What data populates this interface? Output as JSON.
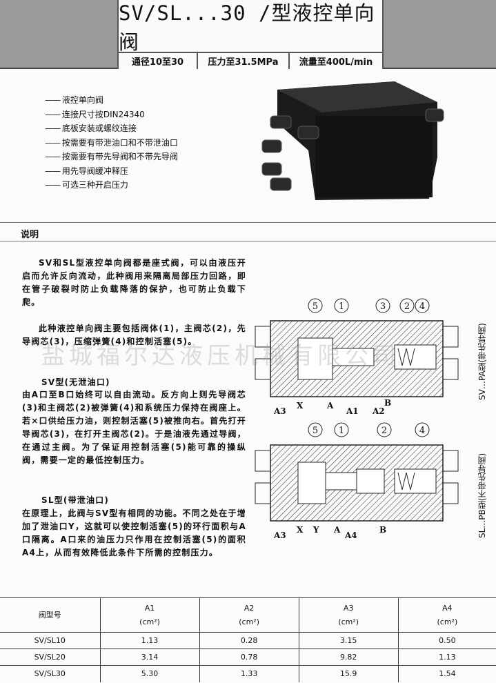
{
  "header": {
    "title": "SV/SL...30 /型液控单向阀",
    "specs": [
      "通径10至30",
      "压力至31.5MPa",
      "流量至400L/min"
    ]
  },
  "features": [
    "液控单向阀",
    "连接尺寸按DIN24340",
    "底板安装或螺纹连接",
    "按需要有带泄油口和不带泄油口",
    "按需要有带先导阀和不带先导阀",
    "用先导阀缓冲释压",
    "可选三种开启压力"
  ],
  "section_title": "说明",
  "paragraphs": {
    "p1": "SV和SL型液控单向阀都是座式阀，可以由液压开启而允许反向流动，此种阀用来隔离局部压力回路，即在管子破裂时防止负载降落的保护，也可防止负载下爬。",
    "p2": "此种液控单向阀主要包括阀体(1)，主阀芯(2)，先导阀芯(3)，压缩弹簧(4)和控制活塞(5)。",
    "sv_title": "SV型(无泄油口)",
    "sv_text": "由A口至B口始终可以自由流动。反方向上则先导阀芯(3)和主阀芯(2)被弹簧(4)和系统压力保持在阀座上。若×口供给压力油，则控制活塞(5)被推向右。首先打开导阀芯(3)，在打开主阀芯(2)。于是油液先通过导阀，在通过主阀。为了保证用控制活塞(5)能可靠的操纵阀，需要一定的最低控制压力。",
    "sl_title": "SL型(带泄油口)",
    "sl_text": "在原理上，此阀与SV型有相同的功能。不同之处在于增加了泄油口Y，这就可以使控制活塞(5)的环行面积与A口隔离。A口来的油压力只作用在控制活塞(5)的面积A4上，从而有效降低此条件下所需的控制压力。"
  },
  "watermark": "盐城福尔达液压机械有限公司",
  "diagrams": [
    {
      "caption": "SV…PA型(带先导阀)",
      "parts": [
        "5",
        "1",
        "3",
        "2",
        "4"
      ],
      "ports": [
        "A3",
        "X",
        "A",
        "A1",
        "A2",
        "B"
      ]
    },
    {
      "caption": "SL…PB型(不带先导阀)",
      "parts": [
        "5",
        "1",
        "2",
        "4"
      ],
      "ports": [
        "A3",
        "X",
        "Y",
        "A",
        "A4",
        "B"
      ]
    }
  ],
  "table": {
    "headers": [
      "阀型号",
      "A1",
      "A2",
      "A3",
      "A4"
    ],
    "unit": "(cm²)",
    "rows": [
      [
        "SV/SL10",
        "1.13",
        "0.28",
        "3.15",
        "0.50"
      ],
      [
        "SV/SL20",
        "3.14",
        "0.78",
        "9.82",
        "1.13"
      ],
      [
        "SV/SL30",
        "5.30",
        "1.33",
        "15.9",
        "1.54"
      ]
    ]
  }
}
